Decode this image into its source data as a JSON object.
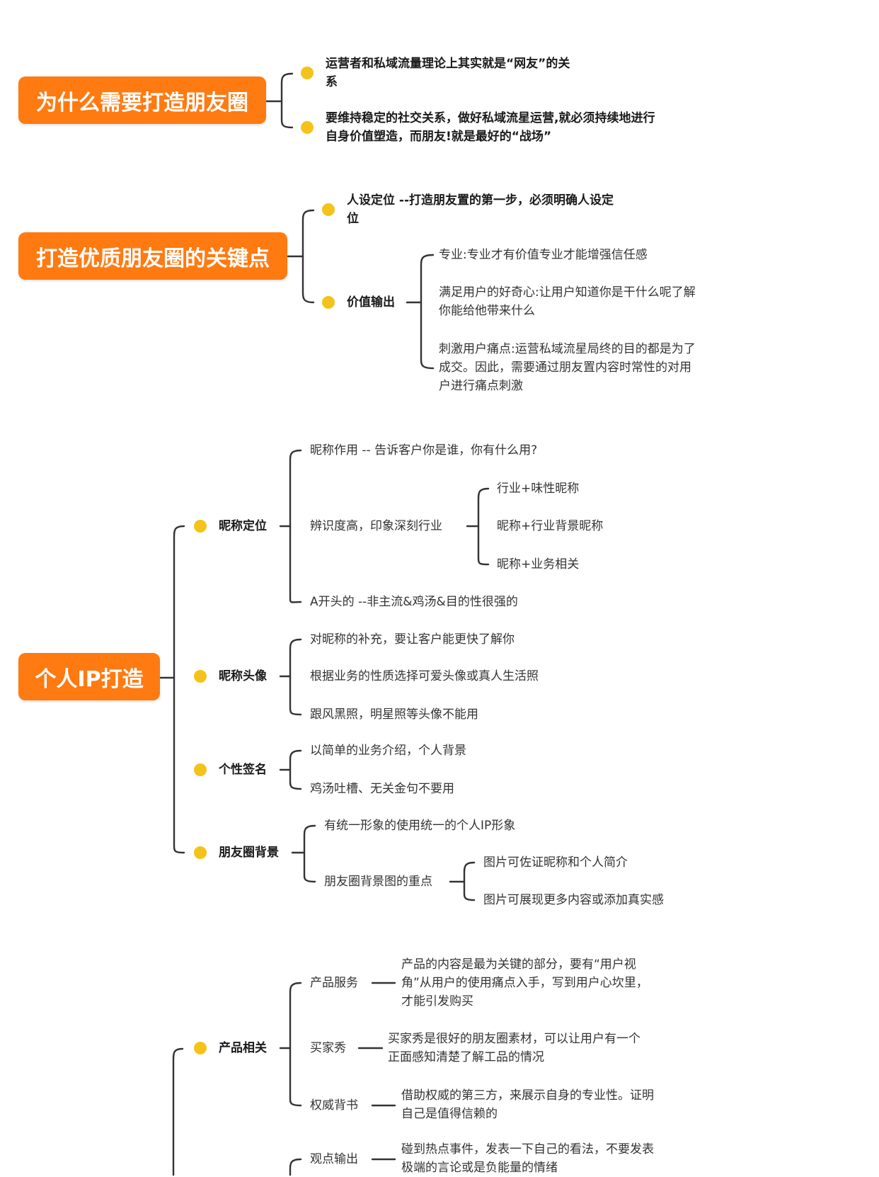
{
  "sections": [
    {
      "title": "为什么需要打造朋友圈",
      "points": [
        [
          "运营者和私域流量理论上其实就是“网友”的关",
          "系"
        ],
        [
          "要维持稳定的社交关系，做好私域流星运营,就必须持续地进行",
          "自身价值塑造，而朋友!就是最好的“战场”"
        ]
      ]
    },
    {
      "title": "打造优质朋友圈的关键点",
      "points": [
        [
          "人设定位 --打造朋友置的第一步，必须明确人设定",
          "位"
        ]
      ],
      "value_output": {
        "label": "价值输出",
        "items": [
          [
            "专业:专业才有价值专业才能增强信任感"
          ],
          [
            "满足用户的好奇心:让用户知道你是干什么呢了解",
            "你能给他带来什么"
          ],
          [
            "刺激用户痛点:运营私域流星局终的目的都是为了",
            "成交。因此，需要通过朋友置内容时常性的对用",
            "户进行痛点刺激"
          ]
        ]
      }
    },
    {
      "title": "个人IP打造",
      "nickname_position": {
        "label": "昵称定位",
        "role": "昵称作用 -- 告诉客户你是谁，你有什么用?",
        "recognition": "辨识度高，印象深刻行业",
        "recognition_items": [
          "行业+味性昵称",
          "昵称+行业背景昵称",
          "昵称+业务相关"
        ],
        "a_prefix": "A开头的 --非主流&鸡汤&目的性很强的"
      },
      "nickname_avatar": {
        "label": "昵称头像",
        "items": [
          "对昵称的补充，要让客户能更快了解你",
          "根据业务的性质选择可爱头像或真人生活照",
          "跟风黑照，明星照等头像不能用"
        ]
      },
      "signature": {
        "label": "个性签名",
        "items": [
          "以简单的业务介绍，个人背景",
          "鸡汤吐槽、无关金句不要用"
        ]
      },
      "moments_background": {
        "label": "朋友圈背景",
        "unified": "有统一形象的使用统一的个人IP形象",
        "focus": "朋友圈背景图的重点",
        "focus_items": [
          "图片可佐证昵称和个人简介",
          "图片可展现更多内容或添加真实感"
        ]
      }
    },
    {
      "product": {
        "label": "产品相关",
        "items": [
          {
            "label": "产品服务",
            "text": [
              "产品的内容是最为关键的部分，要有“用户视",
              "角”从用户的使用痛点入手，写到用户心坎里，",
              "才能引发购买"
            ]
          },
          {
            "label": "买家秀",
            "text": [
              "买家秀是很好的朋友圈素材，可以让用户有一个",
              "正面感知清楚了解工品的情况"
            ]
          },
          {
            "label": "权威背书",
            "text": [
              "借助权威的第三方，来展示自身的专业性。证明",
              "自己是值得信赖的"
            ]
          }
        ]
      },
      "opinion": {
        "label": "观点输出",
        "text": [
          "碰到热点事件，发表一下自己的看法，不要发表",
          "极端的言论或是负能量的情绪"
        ]
      }
    }
  ],
  "colors": {
    "root_bg": "#ff7a11",
    "dot": "#f4c31a",
    "line": "#333333"
  }
}
